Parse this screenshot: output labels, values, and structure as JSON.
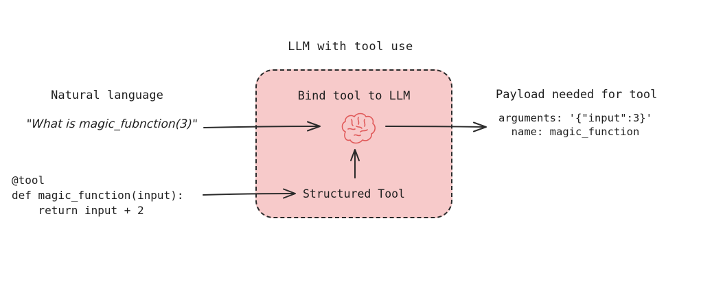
{
  "title": "LLM with tool use",
  "left": {
    "heading": "Natural language",
    "query": "\"What is magic_fubnction(3)\"",
    "code_lines": [
      "@tool",
      "def magic_function(input):",
      "    return input + 2"
    ]
  },
  "box": {
    "heading": "Bind tool to LLM",
    "tool_label": "Structured Tool",
    "brain_icon": "brain-icon",
    "fill_color": "#f7caca",
    "border_color": "#2a2a2a",
    "brain_color": "#e05a5a"
  },
  "right": {
    "heading": "Payload needed for tool",
    "lines": [
      "arguments: '{\"input\":3}'",
      "  name: magic_function"
    ]
  },
  "colors": {
    "text": "#1e1e1e",
    "arrow": "#2b2b2b",
    "background": "#ffffff"
  }
}
